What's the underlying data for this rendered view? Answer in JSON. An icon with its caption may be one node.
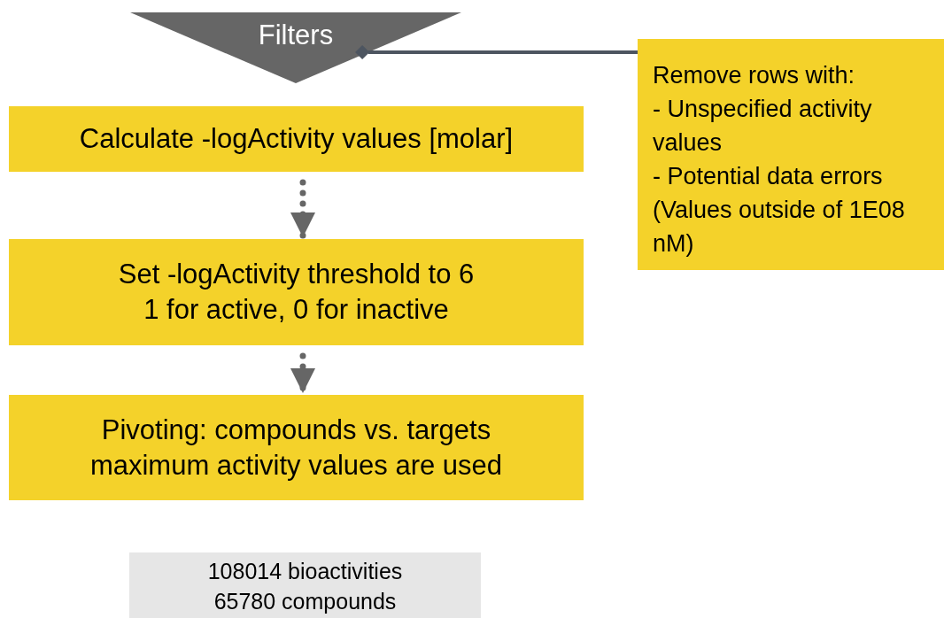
{
  "diagram": {
    "nodes": [
      {
        "text": [
          "Filters"
        ]
      },
      {
        "text": [
          "Calculate -logActivity values [molar]"
        ]
      },
      {
        "text": [
          "Set -logActivity threshold to 6",
          "1 for active, 0 for inactive"
        ]
      },
      {
        "text": [
          "Pivoting: compounds vs. targets",
          "maximum activity values are used"
        ]
      },
      {
        "text": [
          "Remove rows with:",
          "- Unspecified activity values",
          "- Potential data errors (Values outside of 1E08 nM)"
        ]
      },
      {
        "text": [
          "108014 bioactivities",
          "65780 compounds"
        ]
      }
    ],
    "edges": [
      {
        "from": 4,
        "to": 0,
        "arrow": "other",
        "color": "#4d5560"
      },
      {
        "from": 1,
        "to": 2,
        "arrow": "to",
        "style": "dashed"
      },
      {
        "from": 2,
        "to": 3,
        "arrow": "to",
        "style": "dashed"
      }
    ]
  }
}
